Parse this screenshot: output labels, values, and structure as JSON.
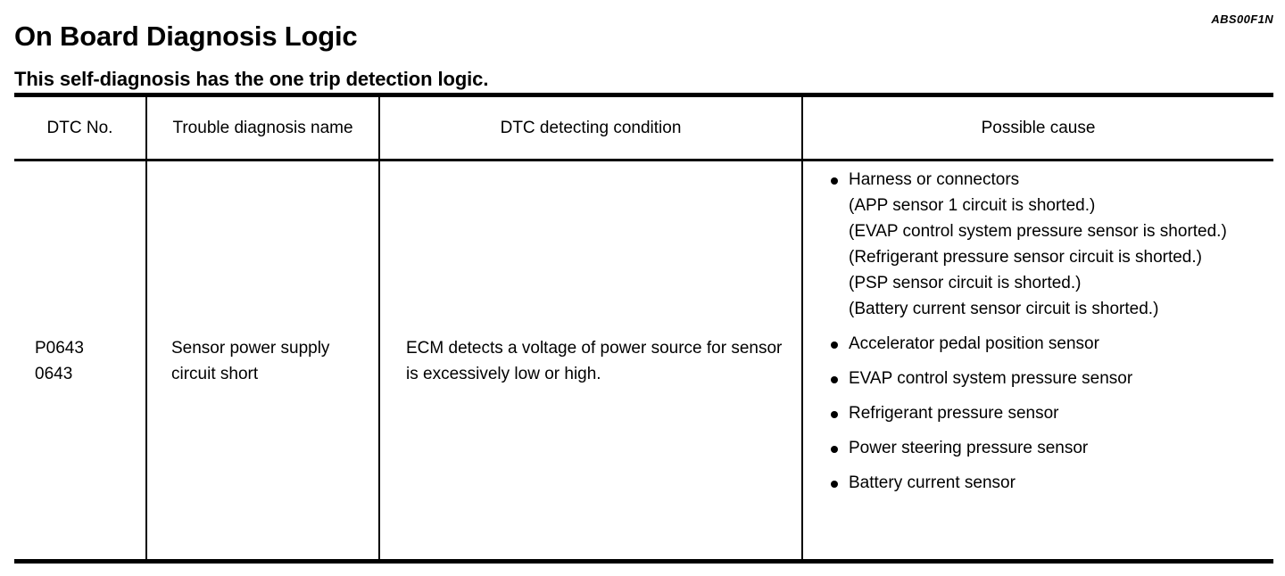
{
  "header": {
    "title": "On Board Diagnosis Logic",
    "doc_code": "ABS00F1N",
    "subtitle": "This self-diagnosis has the one trip detection logic."
  },
  "table": {
    "columns": [
      "DTC No.",
      "Trouble diagnosis name",
      "DTC detecting condition",
      "Possible cause"
    ],
    "row": {
      "dtc_no_primary": "P0643",
      "dtc_no_secondary": "0643",
      "trouble_diagnosis_name": "Sensor power supply circuit short",
      "detecting_condition": "ECM detects a voltage of power source for sensor is excessively low or high.",
      "possible_cause": [
        {
          "label": "Harness or connectors",
          "sublines": [
            "(APP sensor 1 circuit is shorted.)",
            "(EVAP control system pressure sensor is shorted.)",
            "(Refrigerant pressure sensor circuit is shorted.)",
            "(PSP sensor circuit is shorted.)",
            "(Battery current sensor circuit is shorted.)"
          ]
        },
        {
          "label": "Accelerator pedal position sensor",
          "sublines": []
        },
        {
          "label": "EVAP control system pressure sensor",
          "sublines": []
        },
        {
          "label": "Refrigerant pressure sensor",
          "sublines": []
        },
        {
          "label": "Power steering pressure sensor",
          "sublines": []
        },
        {
          "label": "Battery current sensor",
          "sublines": []
        }
      ]
    }
  },
  "colors": {
    "ink": "#000000",
    "paper": "#ffffff"
  }
}
